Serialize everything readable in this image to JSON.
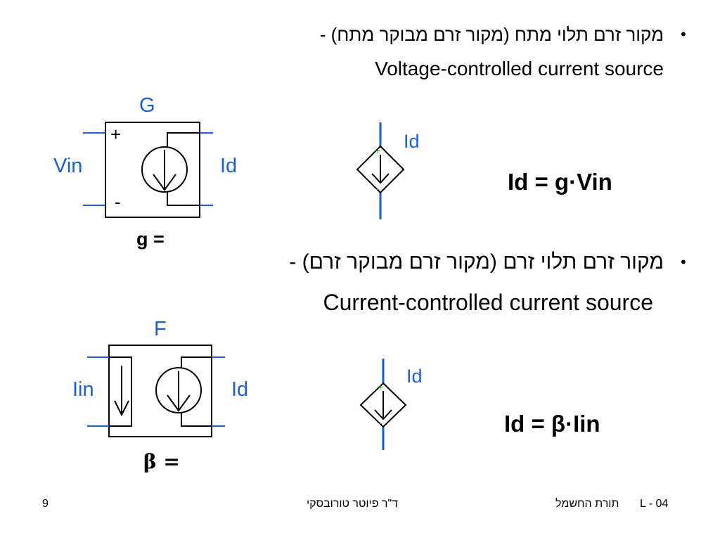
{
  "section1": {
    "bullet": "•",
    "hebrew": "מקור זרם תלוי מתח (מקור זרם מבוקר מתח) -",
    "english": "Voltage-controlled current source",
    "block_letter": "G",
    "plus_sign": "+",
    "minus_sign": "-",
    "input_label": "Vin",
    "output_label": "Id",
    "symbol_output_label": "Id",
    "symbol_plus": "+",
    "symbol_minus": "-",
    "equation": "Id = g·Vin",
    "param": "g ="
  },
  "section2": {
    "bullet": "•",
    "hebrew": "מקור זרם תלוי זרם (מקור זרם מבוקר זרם) -",
    "english": "Current-controlled current source",
    "block_letter": "F",
    "input_label": "Iin",
    "output_label": "Id",
    "symbol_output_label": "Id",
    "symbol_plus": "+",
    "symbol_minus": "-",
    "equation": "Id = β·Iin",
    "param": "β ="
  },
  "footer": {
    "page_number": "9",
    "author": "ד\"ר פיוטר טורובסקי",
    "course": "תורת החשמל",
    "lecture": "L - 04"
  },
  "colors": {
    "wire_blue": "#1b5fd1",
    "symbol_green": "#2aa02a",
    "ink": "#000000"
  }
}
